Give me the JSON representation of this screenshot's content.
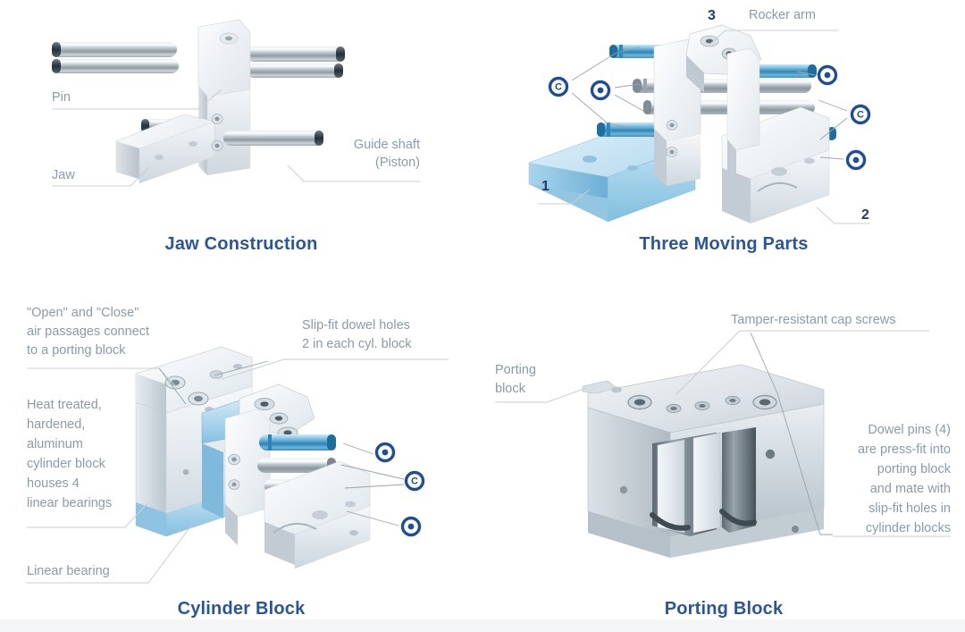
{
  "document": {
    "title": "Pneumatic Gripper Construction",
    "background_color": "#ffffff",
    "title_color": "#2a5699",
    "label_color": "#8b9aa8",
    "accent_color": "#1f4e96",
    "leader_color": "#c9ced3"
  },
  "panels": [
    {
      "id": "jaw-construction",
      "title": "Jaw Construction",
      "labels": [
        {
          "key": "pin",
          "text": "Pin",
          "align": "left"
        },
        {
          "key": "jaw",
          "text": "Jaw",
          "align": "left"
        },
        {
          "key": "guide_shaft_1",
          "text": "Guide shaft",
          "align": "right"
        },
        {
          "key": "guide_shaft_2",
          "text": "(Piston)",
          "align": "right"
        }
      ]
    },
    {
      "id": "three-moving-parts",
      "title": "Three Moving Parts",
      "labels": [
        {
          "key": "rocker_arm",
          "text": "Rocker arm",
          "align": "left"
        }
      ],
      "numbers": [
        {
          "key": "n1",
          "text": "1"
        },
        {
          "key": "n2",
          "text": "2"
        },
        {
          "key": "n3",
          "text": "3"
        }
      ],
      "badges": [
        {
          "key": "b_c_left",
          "text": "C"
        },
        {
          "key": "b_o_left",
          "text": "O"
        },
        {
          "key": "b_o_tr",
          "text": "O"
        },
        {
          "key": "b_c_right",
          "text": "C"
        },
        {
          "key": "b_o_br",
          "text": "O"
        }
      ]
    },
    {
      "id": "cylinder-block",
      "title": "Cylinder Block",
      "labels": [
        {
          "key": "open_close_1",
          "text": "\"Open\" and \"Close\"",
          "align": "left"
        },
        {
          "key": "open_close_2",
          "text": "air passages connect",
          "align": "left"
        },
        {
          "key": "open_close_3",
          "text": "to a porting block",
          "align": "left"
        },
        {
          "key": "slipfit_1",
          "text": "Slip-fit dowel holes",
          "align": "left"
        },
        {
          "key": "slipfit_2",
          "text": "2 in each cyl. block",
          "align": "left"
        },
        {
          "key": "heat_1",
          "text": "Heat treated,",
          "align": "left"
        },
        {
          "key": "heat_2",
          "text": "hardened,",
          "align": "left"
        },
        {
          "key": "heat_3",
          "text": "aluminum",
          "align": "left"
        },
        {
          "key": "heat_4",
          "text": "cylinder block",
          "align": "left"
        },
        {
          "key": "heat_5",
          "text": "houses 4",
          "align": "left"
        },
        {
          "key": "heat_6",
          "text": "linear bearings",
          "align": "left"
        },
        {
          "key": "linear_bearing",
          "text": "Linear bearing",
          "align": "left"
        }
      ],
      "badges": [
        {
          "key": "cb_o_top",
          "text": "O"
        },
        {
          "key": "cb_c_mid",
          "text": "C"
        },
        {
          "key": "cb_o_bot",
          "text": "O"
        }
      ]
    },
    {
      "id": "porting-block",
      "title": "Porting Block",
      "labels": [
        {
          "key": "tamper",
          "text": "Tamper-resistant cap screws",
          "align": "left"
        },
        {
          "key": "porting_1",
          "text": "Porting",
          "align": "left"
        },
        {
          "key": "porting_2",
          "text": "block",
          "align": "left"
        },
        {
          "key": "dowel_1",
          "text": "Dowel pins (4)",
          "align": "right"
        },
        {
          "key": "dowel_2",
          "text": "are press-fit into",
          "align": "right"
        },
        {
          "key": "dowel_3",
          "text": "porting block",
          "align": "right"
        },
        {
          "key": "dowel_4",
          "text": "and mate with",
          "align": "right"
        },
        {
          "key": "dowel_5",
          "text": "slip-fit holes in",
          "align": "right"
        },
        {
          "key": "dowel_6",
          "text": "cylinder blocks",
          "align": "right"
        }
      ]
    }
  ]
}
